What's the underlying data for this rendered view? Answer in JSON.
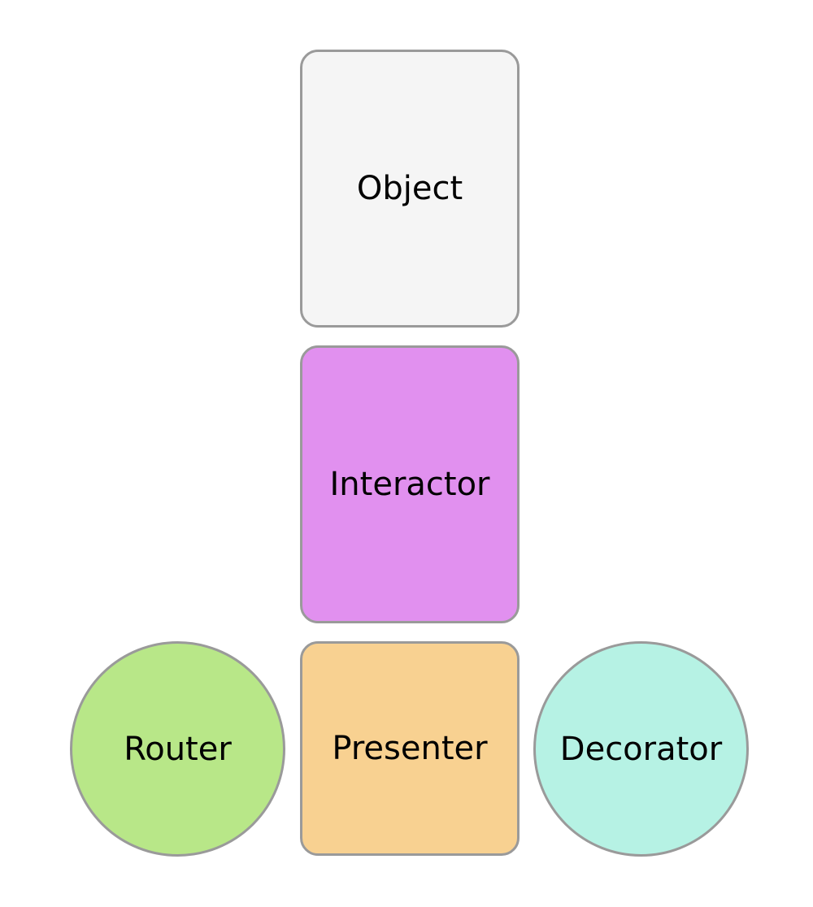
{
  "nodes": {
    "object": {
      "label": "Object",
      "fill": "#f5f5f5"
    },
    "interactor": {
      "label": "Interactor",
      "fill": "#e190ef"
    },
    "presenter": {
      "label": "Presenter",
      "fill": "#f8d191"
    },
    "router": {
      "label": "Router",
      "fill": "#b8e788"
    },
    "decorator": {
      "label": "Decorator",
      "fill": "#b6f2e4"
    }
  },
  "border_color": "#9a9a9a"
}
